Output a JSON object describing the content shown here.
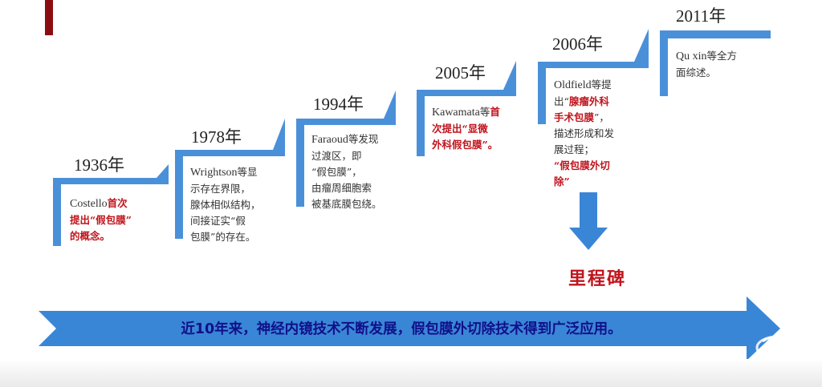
{
  "timeline": [
    {
      "year": "1936年",
      "lines": [
        [
          {
            "t": "Costello",
            "s": "en"
          },
          {
            "t": "首次",
            "s": "red"
          }
        ],
        [
          {
            "t": "提出“假包膜”",
            "s": "red"
          }
        ],
        [
          {
            "t": "的概念。",
            "s": "red"
          }
        ]
      ]
    },
    {
      "year": "1978年",
      "lines": [
        [
          {
            "t": "Wrightson",
            "s": "en"
          },
          {
            "t": "等显",
            "s": ""
          }
        ],
        [
          {
            "t": "示存在界限，",
            "s": ""
          }
        ],
        [
          {
            "t": "腺体相似结构，",
            "s": ""
          }
        ],
        [
          {
            "t": "间接证实“假",
            "s": ""
          }
        ],
        [
          {
            "t": "包膜”的存在。",
            "s": ""
          }
        ]
      ]
    },
    {
      "year": "1994年",
      "lines": [
        [
          {
            "t": "Faraoud",
            "s": "en"
          },
          {
            "t": "等发现",
            "s": ""
          }
        ],
        [
          {
            "t": "过渡区，即",
            "s": ""
          }
        ],
        [
          {
            "t": "“假包膜”，",
            "s": ""
          }
        ],
        [
          {
            "t": "由瘤周细胞索",
            "s": ""
          }
        ],
        [
          {
            "t": "被基底膜包绕。",
            "s": ""
          }
        ]
      ]
    },
    {
      "year": "2005年",
      "lines": [
        [
          {
            "t": "Kawamata",
            "s": "en"
          },
          {
            "t": "等",
            "s": ""
          },
          {
            "t": "首",
            "s": "red"
          }
        ],
        [
          {
            "t": "次提出“显微",
            "s": "red"
          }
        ],
        [
          {
            "t": "外科假包膜”。",
            "s": "red"
          }
        ]
      ]
    },
    {
      "year": "2006年",
      "lines": [
        [
          {
            "t": "Oldfield",
            "s": "en"
          },
          {
            "t": "等提",
            "s": ""
          }
        ],
        [
          {
            "t": "出“",
            "s": ""
          },
          {
            "t": "腺瘤外科",
            "s": "red"
          }
        ],
        [
          {
            "t": "手术包膜",
            "s": "red"
          },
          {
            "t": "”，",
            "s": ""
          }
        ],
        [
          {
            "t": "描述形成和发",
            "s": ""
          }
        ],
        [
          {
            "t": "展过程；",
            "s": ""
          }
        ],
        [
          {
            "t": "“假包膜外切",
            "s": "red"
          }
        ],
        [
          {
            "t": "除”",
            "s": "red"
          }
        ]
      ]
    },
    {
      "year": "2011年",
      "lines": [
        [
          {
            "t": "Qu xin",
            "s": "en"
          },
          {
            "t": "等全方",
            "s": ""
          }
        ],
        [
          {
            "t": "面综述。",
            "s": ""
          }
        ]
      ]
    }
  ],
  "milestone_label": "里程碑",
  "banner_text": "近10年来，神经内镜技术不断发展，假包膜外切除技术得到广泛应用。",
  "colors": {
    "step_blue": "#4a90d9",
    "arrow_blue": "#3a86d6",
    "highlight_red": "#c0141c",
    "banner_text": "#10108a",
    "accent": "#8b0d12"
  }
}
